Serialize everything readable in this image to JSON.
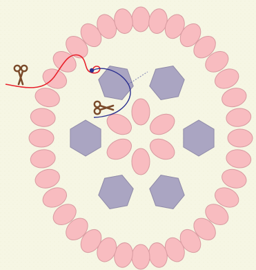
{
  "colors": {
    "background": "#f6f6e4",
    "pink_bead": "#f8bcc0",
    "pink_bead_stroke": "#d89aa0",
    "hex_bead": "#aaa5c2",
    "hex_bead_stroke": "#8f8aa8",
    "red_thread": "#e8202a",
    "blue_thread": "#2b2f8f",
    "scissors": "#7a4a2a"
  },
  "icons": [
    "scissors-icon",
    "scissors-icon"
  ],
  "diagram": {
    "outer_ring_bead_count": 36,
    "center_flower_bead_count": 6,
    "hexagon_count": 6,
    "threads": [
      "red",
      "blue"
    ]
  }
}
